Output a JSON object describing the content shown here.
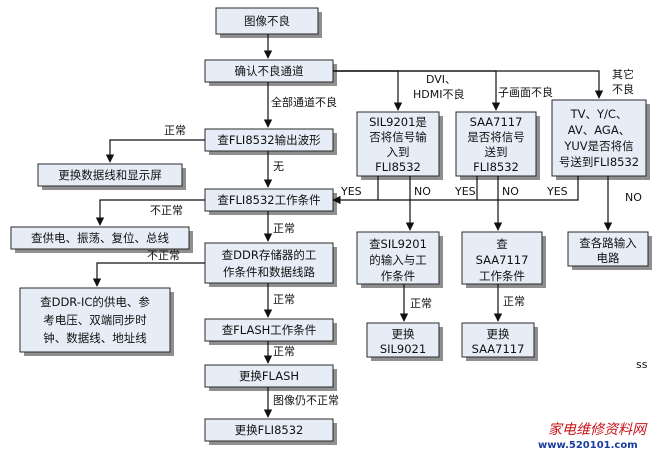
{
  "nodes": {
    "start": "图像不良",
    "confirm": "确认不良通道",
    "check_output": "查FLI8532输出波形",
    "replace_cable": "更换数据线和显示屏",
    "work_conditions": "查FLI8532工作条件",
    "check_power": "查供电、振荡、复位、总线",
    "check_ddr": [
      "查DDR存储器的工",
      "作条件和数据线路"
    ],
    "ddr_detail": [
      "查DDR-IC的供电、参",
      "考电压、双端同步时",
      "钟、数据线、地址线"
    ],
    "check_flash": "查FLASH工作条件",
    "replace_flash": "更换FLASH",
    "replace_fli": "更换FLI8532",
    "sil_q": [
      "SIL9201是",
      "否将信号输",
      "入到",
      "FLI8532"
    ],
    "saa_q": [
      "SAA7117",
      "是否将信号",
      "送到",
      "FLI8532"
    ],
    "other_q": [
      "TV、Y/C、",
      "AV、AGA、",
      "YUV是否将信",
      "号送到FLI8532"
    ],
    "sil_check": [
      "查SIL9201",
      "的输入与工",
      "作条件"
    ],
    "saa_check": [
      "查",
      "SAA7117",
      "工作条件"
    ],
    "other_check": [
      "查各路输入",
      "电路"
    ],
    "sil_replace": [
      "更换",
      "SIL9021"
    ],
    "saa_replace": [
      "更换",
      "SAA7117"
    ]
  },
  "labels": {
    "all_channels_bad": "全部通道不良",
    "normal": "正常",
    "none": "无",
    "abnormal": "不正常",
    "still_bad": "图像仍不正常",
    "dvi_hdmi": [
      "DVI、",
      "HDMI不良"
    ],
    "pip_bad": "子画面不良",
    "other": [
      "其它",
      "不良"
    ],
    "yes": "YES",
    "no": "NO"
  },
  "watermark": {
    "text": "家电维修资料网",
    "url": "www.520101.com",
    "corner": "ss"
  }
}
